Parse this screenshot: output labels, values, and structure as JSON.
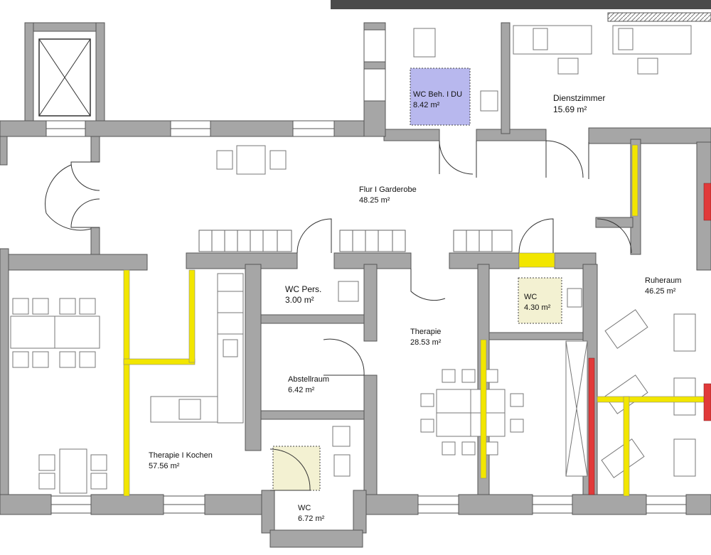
{
  "rooms": {
    "wc_beh": {
      "name": "WC Beh. I DU",
      "area": "8.42 m²"
    },
    "dienstzimmer": {
      "name": "Dienstzimmer",
      "area": "15.69 m²"
    },
    "flur": {
      "name": "Flur I Garderobe",
      "area": "48.25 m²"
    },
    "ruheraum": {
      "name": "Ruheraum",
      "area": "46.25 m²"
    },
    "wc_pers": {
      "name": "WC Pers.",
      "area": "3.00 m²"
    },
    "wc_small": {
      "name": "WC",
      "area": "4.30 m²"
    },
    "therapie": {
      "name": "Therapie",
      "area": "28.53 m²"
    },
    "abstellraum": {
      "name": "Abstellraum",
      "area": "6.42 m²"
    },
    "therapie_kochen": {
      "name": "Therapie I Kochen",
      "area": "57.56 m²"
    },
    "wc_bottom": {
      "name": "WC",
      "area": "6.72 m²"
    }
  },
  "colors": {
    "wall": "#a6a6a6",
    "wall_outline": "#555555",
    "highlight_blue": "#b8b8ee",
    "highlight_beige": "#f3f1d2",
    "guide_line": "#f2e600",
    "alert_red": "#e13a3a",
    "roof_dark": "#4a4a4a"
  }
}
